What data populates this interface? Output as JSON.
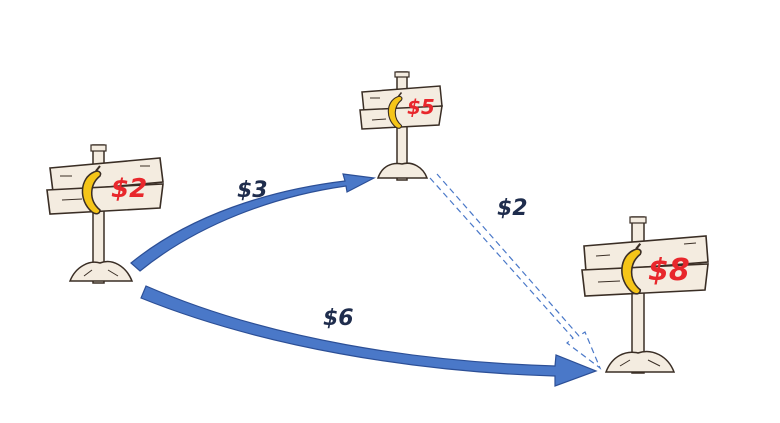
{
  "signs": [
    {
      "id": "left",
      "price": "$2",
      "icon": "banana-icon"
    },
    {
      "id": "top",
      "price": "$5",
      "icon": "banana-icon"
    },
    {
      "id": "right",
      "price": "$8",
      "icon": "banana-icon"
    }
  ],
  "edges": [
    {
      "from": "left",
      "to": "top",
      "label": "$3",
      "style": "solid"
    },
    {
      "from": "top",
      "to": "right",
      "label": "$2",
      "style": "dashed"
    },
    {
      "from": "left",
      "to": "right",
      "label": "$6",
      "style": "solid"
    }
  ],
  "colors": {
    "arrow_fill": "#4a78c8",
    "arrow_stroke": "#2c4f96",
    "price_text": "#e8272c",
    "edge_label_text": "#1f2d4d",
    "banana": "#f5c518",
    "wood": "#f4ece0",
    "outline": "#3a2e25"
  }
}
